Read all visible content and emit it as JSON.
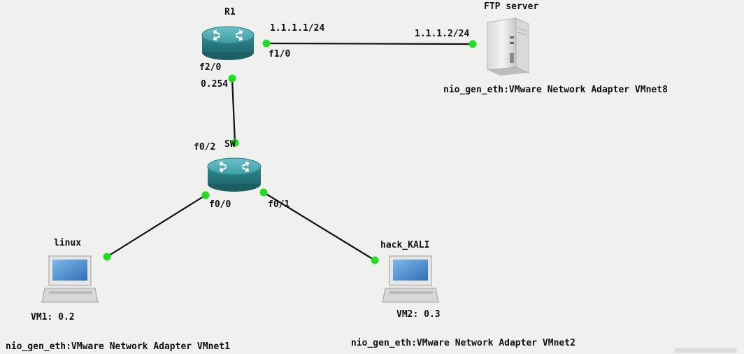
{
  "nodes": {
    "r1": {
      "name": "R1"
    },
    "sw": {
      "name": "SW"
    },
    "ftp": {
      "name": "FTP server",
      "nio": "nio_gen_eth:VMware Network Adapter VMnet8"
    },
    "linux": {
      "name": "linux",
      "ip": "VM1: 0.2",
      "nio": "nio_gen_eth:VMware Network Adapter VMnet1"
    },
    "kali": {
      "name": "hack_KALI",
      "ip": "VM2: 0.3",
      "nio": "nio_gen_eth:VMware Network Adapter VMnet2"
    }
  },
  "interfaces": {
    "r1_f1_0": "f1/0",
    "r1_f1_0_ip": "1.1.1.1/24",
    "ftp_ip": "1.1.1.2/24",
    "r1_f2_0": "f2/0",
    "r1_f2_0_ip": "0.254",
    "sw_f0_2": "f0/2",
    "sw_f0_0": "f0/0",
    "sw_f0_1": "f0/1"
  },
  "colors": {
    "link": "#111111",
    "port_up": "#22dd22",
    "router_body": "#3d9ea5",
    "screen": "#4a8fd0"
  }
}
